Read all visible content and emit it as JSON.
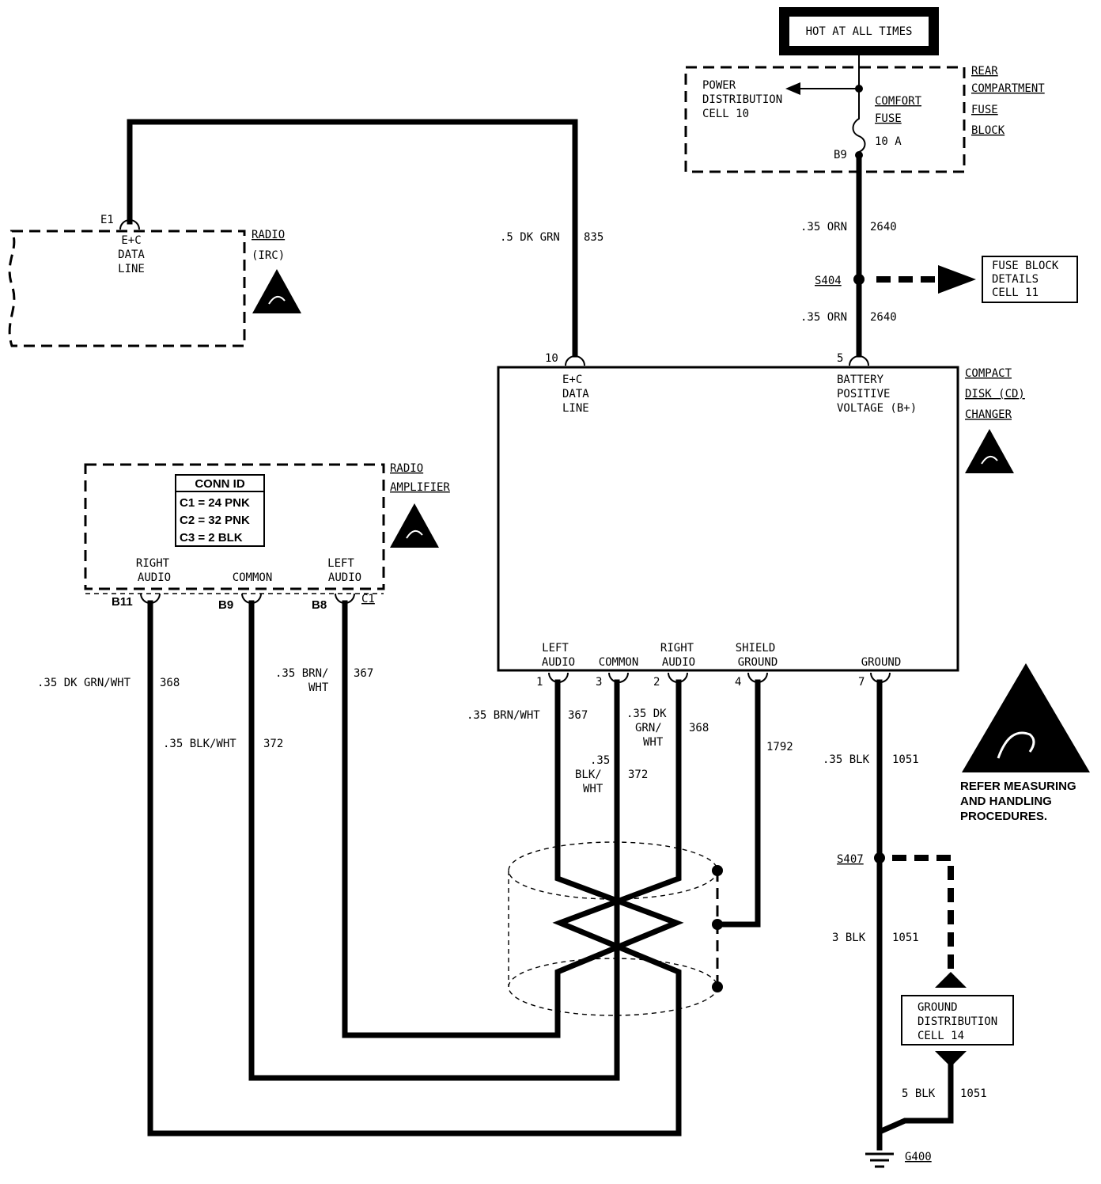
{
  "hot_label": "HOT AT ALL TIMES",
  "fuse_block": {
    "name_lines": [
      "REAR",
      "COMPARTMENT",
      "FUSE",
      "BLOCK"
    ],
    "power_dist_lines": [
      "POWER",
      "DISTRIBUTION",
      "CELL 10"
    ],
    "fuse_name_lines": [
      "COMFORT",
      "FUSE"
    ],
    "fuse_rating": "10 A",
    "pin": "B9"
  },
  "radio": {
    "name_lines": [
      "RADIO",
      "(IRC)"
    ],
    "pin": "E1",
    "term_lines": [
      "E+C",
      "DATA",
      "LINE"
    ]
  },
  "wires": {
    "dkgrn_835": {
      "gauge": ".5 DK GRN",
      "circuit": "835"
    },
    "orn_upper": {
      "gauge": ".35 ORN",
      "circuit": "2640"
    },
    "orn_lower": {
      "gauge": ".35 ORN",
      "circuit": "2640"
    },
    "amp_368": {
      "gauge": ".35 DK GRN/WHT",
      "circuit": "368"
    },
    "amp_372": {
      "gauge": ".35 BLK/WHT",
      "circuit": "372"
    },
    "amp_367": {
      "gauge_lines": [
        ".35 BRN/",
        "WHT"
      ],
      "circuit": "367"
    },
    "cd_367": {
      "gauge": ".35 BRN/WHT",
      "circuit": "367"
    },
    "cd_372": {
      "gauge_lines": [
        ".35",
        "BLK/",
        "WHT"
      ],
      "circuit": "372"
    },
    "cd_368": {
      "gauge_lines": [
        ".35 DK",
        "GRN/",
        "WHT"
      ],
      "circuit": "368"
    },
    "shield": {
      "circuit": "1792"
    },
    "gnd_upper": {
      "gauge": ".35 BLK",
      "circuit": "1051"
    },
    "gnd_mid": {
      "gauge": "3 BLK",
      "circuit": "1051"
    },
    "gnd_lower": {
      "gauge": "5 BLK",
      "circuit": "1051"
    }
  },
  "splices": {
    "s404": "S404",
    "s407": "S407"
  },
  "fuse_block_details": [
    "FUSE BLOCK",
    "DETAILS",
    "CELL 11"
  ],
  "ground_distribution": [
    "GROUND",
    "DISTRIBUTION",
    "CELL 14"
  ],
  "ground_point": "G400",
  "cd_changer": {
    "name_lines": [
      "COMPACT",
      "DISK (CD)",
      "CHANGER"
    ],
    "pin_10": "10",
    "pin_5": "5",
    "data_lines": [
      "E+C",
      "DATA",
      "LINE"
    ],
    "bplus_lines": [
      "BATTERY",
      "POSITIVE",
      "VOLTAGE (B+)"
    ],
    "terminals": [
      {
        "pin": "1",
        "lines": [
          "LEFT",
          "AUDIO"
        ]
      },
      {
        "pin": "3",
        "lines": [
          "COMMON"
        ]
      },
      {
        "pin": "2",
        "lines": [
          "RIGHT",
          "AUDIO"
        ]
      },
      {
        "pin": "4",
        "lines": [
          "SHIELD",
          "GROUND"
        ]
      },
      {
        "pin": "7",
        "lines": [
          "GROUND"
        ]
      }
    ]
  },
  "amplifier": {
    "name_lines": [
      "RADIO",
      "AMPLIFIER"
    ],
    "conn_id_title": "CONN ID",
    "conn_id_rows": [
      "C1 = 24 PNK",
      "C2 = 32 PNK",
      "C3 = 2 BLK"
    ],
    "connector": "C1",
    "terminals": [
      {
        "pin": "B11",
        "lines": [
          "RIGHT",
          "AUDIO"
        ]
      },
      {
        "pin": "B9",
        "lines": [
          "COMMON"
        ]
      },
      {
        "pin": "B8",
        "lines": [
          "LEFT",
          "AUDIO"
        ]
      }
    ]
  },
  "esd_note": [
    "REFER MEASURING",
    "AND HANDLING",
    "PROCEDURES."
  ]
}
